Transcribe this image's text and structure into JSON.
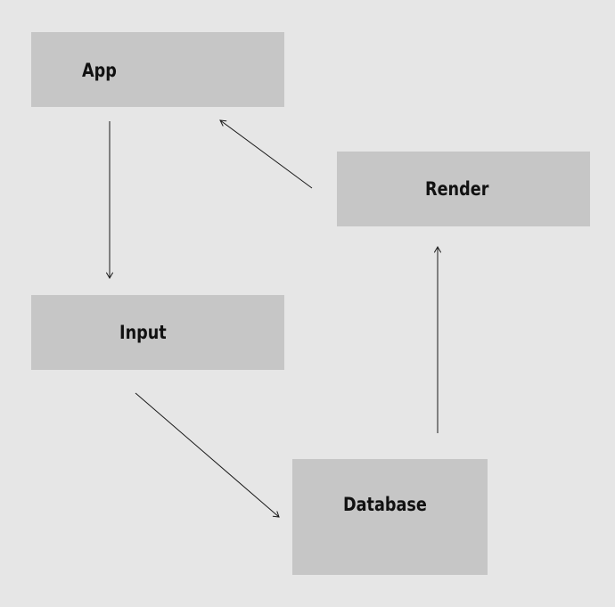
{
  "diagram": {
    "nodes": {
      "app": {
        "label": "App"
      },
      "render": {
        "label": "Render"
      },
      "input": {
        "label": "Input"
      },
      "database": {
        "label": "Database"
      }
    },
    "edges": [
      {
        "from": "app",
        "to": "input"
      },
      {
        "from": "input",
        "to": "database"
      },
      {
        "from": "database",
        "to": "render"
      },
      {
        "from": "render",
        "to": "app"
      }
    ],
    "colors": {
      "background": "#e6e6e6",
      "node_fill": "#c6c6c6",
      "text": "#111111",
      "edge": "#1a1a1a"
    }
  }
}
